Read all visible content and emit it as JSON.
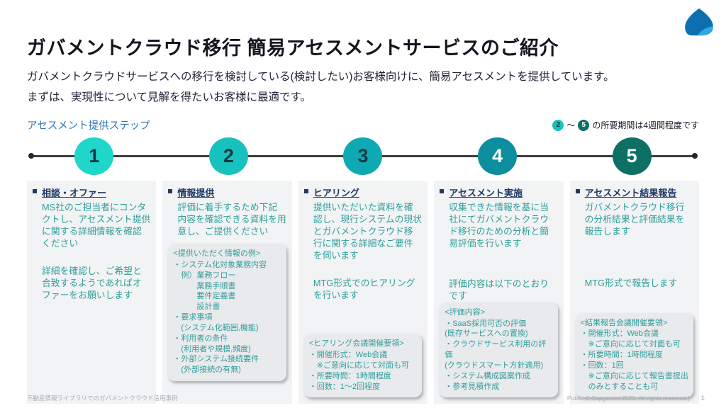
{
  "header": {
    "title": "ガバメントクラウド移行 簡易アセスメントサービスのご紹介",
    "subtitle_line1": "ガバメントクラウドサービスへの移行を検討している(検討したい)お客様向けに、簡易アセスメントを提供しています。",
    "subtitle_line2": "まずは、実現性について見解を得たいお客様に最適です。"
  },
  "steps_section": {
    "label": "アセスメント提供ステップ",
    "duration_note": {
      "from_step": "2",
      "tilde": "～",
      "to_step": "5",
      "text": "の所要期間は4週間程度です"
    }
  },
  "colors": {
    "step1": "#1ed6c9",
    "step2": "#17c2be",
    "step3": "#0fa9b4",
    "step4": "#0d8e9e",
    "step5": "#0e7065",
    "heading_navy": "#1f3864",
    "body_teal": "#2f9e9b",
    "label_blue": "#2e75b6"
  },
  "columns": [
    {
      "number": "1",
      "heading": "相談・オファー",
      "para1": "MS社のご担当者にコンタクトし、アセスメント提供に関する詳細情報を確認ください",
      "para2": "詳細を確認し、ご希望と合致するようであればオファーをお願いします"
    },
    {
      "number": "2",
      "heading": "情報提供",
      "para1": "評価に着手するため下記内容を確認できる資料を用意し、ご提供ください",
      "box": {
        "title": "<提供いただく情報の例>",
        "lines": [
          "・システム化対象業務内容",
          "　例）業務フロー",
          "　　　業務手順書",
          "　　　要件定義書",
          "　　　設計書",
          "・要求事項",
          "　(システム化範囲,機能)",
          "・利用者の条件",
          "　(利用者や規模,頻度)",
          "・外部システム接続要件",
          "　(外部接続の有無)"
        ]
      }
    },
    {
      "number": "3",
      "heading": "ヒアリング",
      "para1": "提供いただいた資料を確認し、現行システムの現状とガバメントクラウド移行に関する詳細なご要件を伺います",
      "para2": "MTG形式でのヒアリングを行います",
      "box": {
        "title": "<ヒアリング会議開催要領>",
        "lines": [
          "・開催形式：Web会議",
          "　※ご意向に応じて対面も可",
          "・所要時間：1時間程度",
          "・回数：1～2回程度"
        ]
      }
    },
    {
      "number": "4",
      "heading": "アセスメント実施",
      "para1": "収集できた情報を基に当社にてガバメントクラウド移行のための分析と簡易評価を行います",
      "para2": "評価内容は以下のとおりです",
      "box": {
        "title": "<評価内容>",
        "lines": [
          "・SaaS採用可否の評価",
          "(既存サービスへの置換)",
          "・クラウドサービス利用の評価",
          "(クラウドスマート方針適用)",
          "・システム構成図案作成",
          "・参考見積作成"
        ]
      }
    },
    {
      "number": "5",
      "heading": "アセスメント結果報告",
      "para1": "ガバメントクラウド移行の分析結果と評価結果を報告します",
      "para2": "MTG形式で報告します",
      "box": {
        "title": "<結果報告会議開催要領>",
        "lines": [
          "・開催形式：Web会議",
          "　※ご意向に応じて対面も可",
          "・所要時間：1時間程度",
          "・回数：1回",
          "　※ご意向に応じて報告書提出",
          "　のみとすることも可"
        ]
      }
    }
  ],
  "footer": {
    "left": "不動産情報ライブラリでのガバメントクラウド活用事例",
    "right": "Public © Capgemini 2023. All rights reserved |",
    "page": "1"
  }
}
